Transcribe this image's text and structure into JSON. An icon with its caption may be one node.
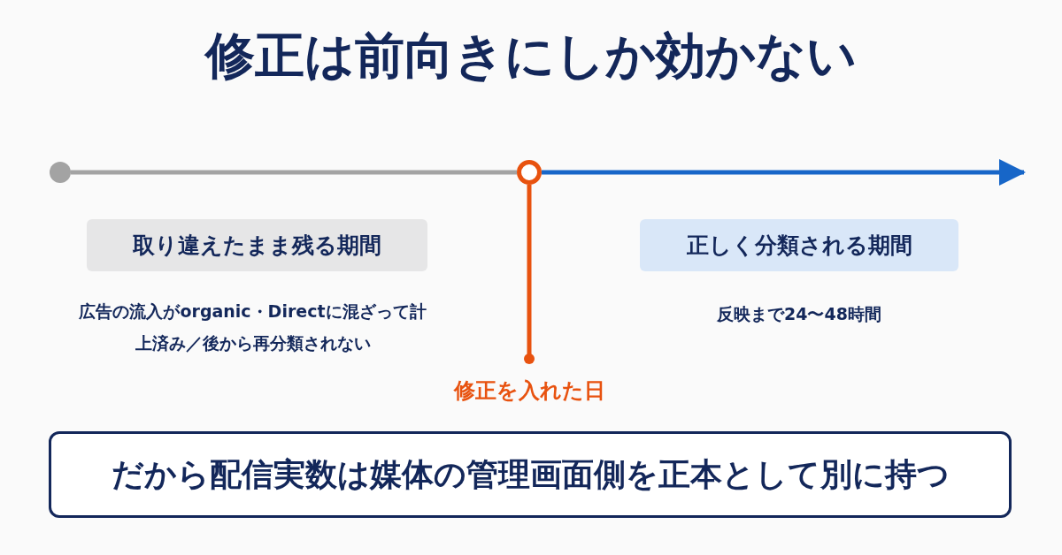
{
  "diagram": {
    "title": "修正は前向きにしか効かない",
    "nodes": [
      {
        "text": [],
        "shape": "circle"
      },
      {
        "text": [],
        "shape": "circle"
      },
      {
        "text": [
          "修正を入れた日"
        ]
      },
      {
        "text": [
          "取り違えたまま残る期間"
        ],
        "beside": [
          "広告の流入がorganic・Directに混ざって計上済み／後から再分類されない"
        ]
      },
      {
        "text": [
          "正しく分類される期間"
        ],
        "beside": [
          "反映まで24〜48時間"
        ]
      },
      {
        "text": [
          "だから配信実数は媒体の管理画面側を正本として別に持つ"
        ]
      }
    ],
    "edges": [
      {
        "from": 0,
        "to": 1,
        "arrow": "none",
        "color": "#a3a3a3"
      },
      {
        "from": 1,
        "to": null,
        "arrow": "to",
        "color": "#1766c8"
      },
      {
        "from": 1,
        "to": 2,
        "arrow": "other",
        "color": "#e8520f"
      }
    ]
  }
}
